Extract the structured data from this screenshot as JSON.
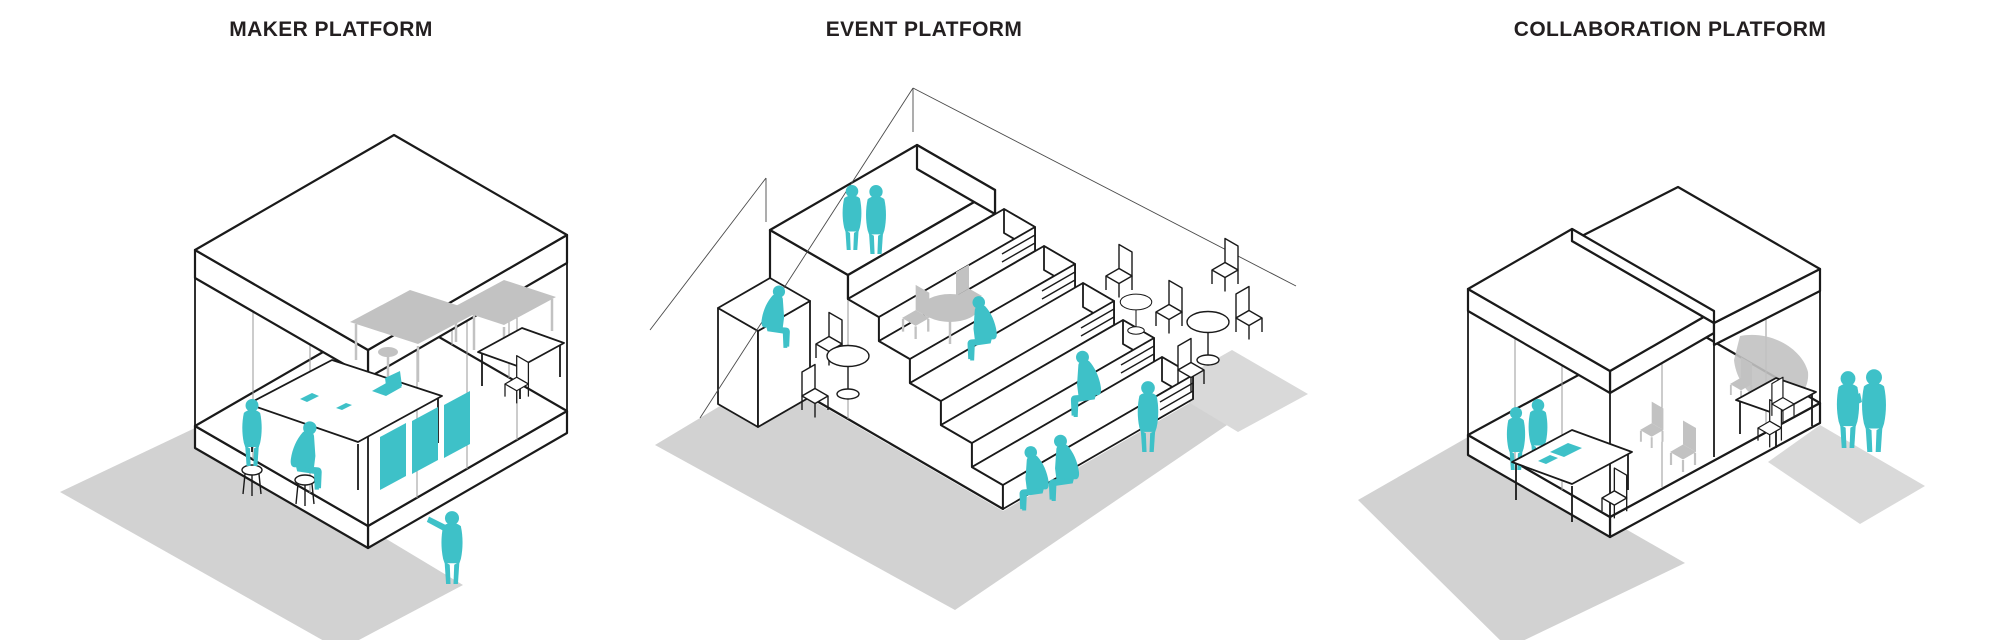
{
  "page": {
    "background": "#FFFFFF"
  },
  "palette": {
    "accent_teal": "#3EC1C8",
    "shadow_gray": "#D2D2D2",
    "furniture_shadow_gray": "#C2C2C2",
    "line_black": "#1A1A1A",
    "title_color": "#231F20"
  },
  "sections": [
    {
      "id": "maker-platform",
      "title": "MAKER PLATFORM",
      "scene": {
        "structure": "isometric glass-walled room with thick flat roof slab and raised floor slab",
        "people": [
          {
            "pose": "standing",
            "color": "#3EC1C8",
            "location": "at work table inside"
          },
          {
            "pose": "seated-on-stool",
            "color": "#3EC1C8",
            "location": "at work table with laptop"
          },
          {
            "pose": "standing-pointing",
            "color": "#3EC1C8",
            "location": "outside, pointing at pin-up boards"
          }
        ],
        "objects": [
          "work table with teal laptop and papers",
          "two black-outline stools",
          "two gray high tables with gray stool",
          "three teal pin-up boards on interior wall",
          "small white desk with chair in side room",
          "gray floor shadow cast to lower left"
        ]
      }
    },
    {
      "id": "event-platform",
      "title": "EVENT PLATFORM",
      "scene": {
        "structure": "tiered bleacher-style seating steps with top platform, side ledge, mini staircases at right ends and thin glass-wall outlines above",
        "people": [
          {
            "pose": "standing-pair",
            "color": "#3EC1C8",
            "location": "on top platform"
          },
          {
            "pose": "seated",
            "color": "#3EC1C8",
            "location": "on left side ledge"
          },
          {
            "pose": "seated",
            "color": "#3EC1C8",
            "location": "on middle tier"
          },
          {
            "pose": "seated",
            "color": "#3EC1C8",
            "location": "on lower right tier"
          },
          {
            "pose": "seated-pair",
            "color": "#3EC1C8",
            "location": "on bottom steps"
          },
          {
            "pose": "standing",
            "color": "#3EC1C8",
            "location": "at base of steps"
          }
        ],
        "objects": [
          "cafe table with two chairs at left ground level",
          "cafe table with four chairs at right",
          "single chair with small cafe table on upper tier",
          "gray silhouette table with chairs on middle tier",
          "stepped gray shadow cast to lower left"
        ]
      }
    },
    {
      "id": "collaboration-platform",
      "title": "COLLABORATION PLATFORM",
      "scene": {
        "structure": "two adjoined glass-walled meeting rooms with flat roof slabs at offset heights and raised floor slab",
        "people": [
          {
            "pose": "standing-pair",
            "color": "#3EC1C8",
            "location": "at table inside left room"
          },
          {
            "pose": "standing-pair",
            "color": "#3EC1C8",
            "location": "outside right room, reviewing documents"
          }
        ],
        "objects": [
          "meeting table with teal papers in left room",
          "black-outline chairs",
          "desk with chairs in right room",
          "gray chair shadows seen through glass",
          "gray floor shadows cast to lower left and right"
        ]
      }
    }
  ]
}
